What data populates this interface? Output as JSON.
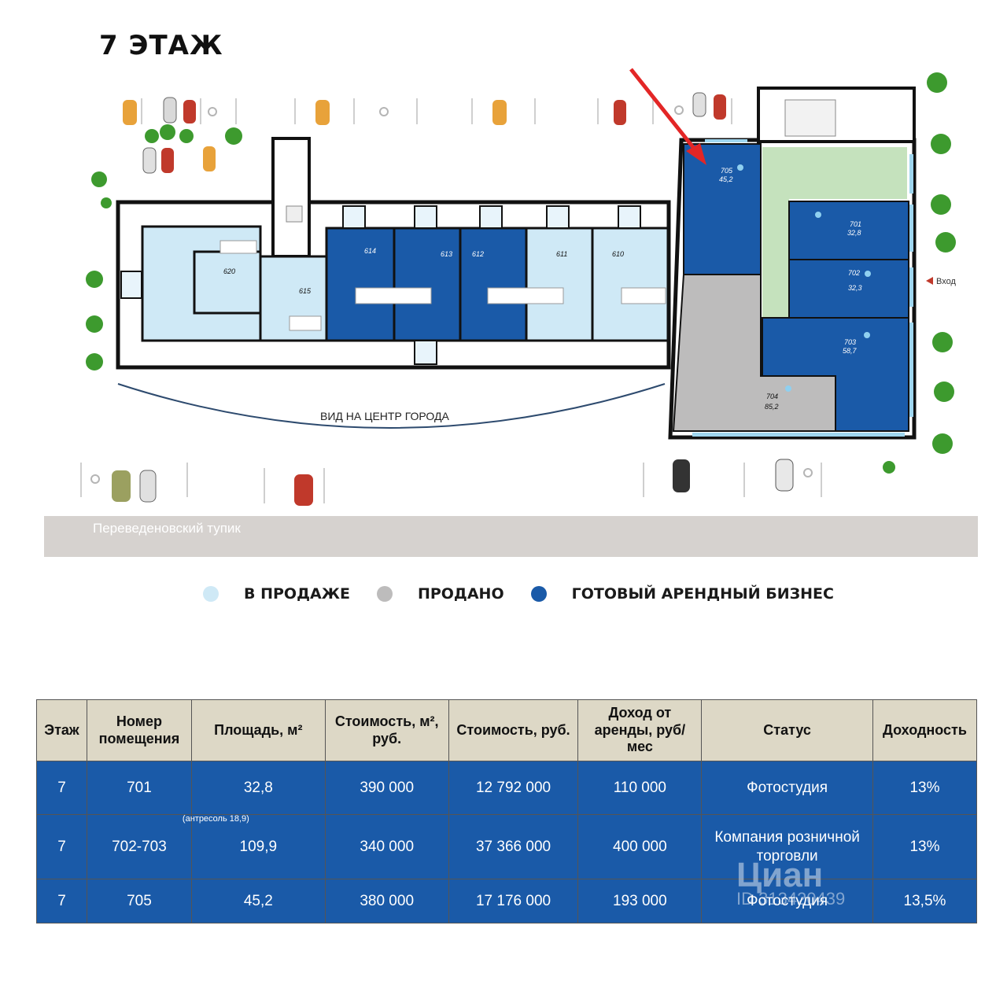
{
  "page_title": "7 ЭТАЖ",
  "plan": {
    "view_label": "ВИД НА ЦЕНТР ГОРОДА",
    "entrance_label": "Вход",
    "rooms": [
      {
        "number": "620"
      },
      {
        "number": "615"
      },
      {
        "number": "614"
      },
      {
        "number": "613"
      },
      {
        "number": "612"
      },
      {
        "number": "611"
      },
      {
        "number": "610"
      },
      {
        "number": "705",
        "area": "45,2"
      },
      {
        "number": "701",
        "area": "32,8"
      },
      {
        "number": "702",
        "area": "32,3"
      },
      {
        "number": "703",
        "area": "58,7"
      },
      {
        "number": "704",
        "area": "85,2"
      }
    ]
  },
  "street": {
    "name": "Переведеновский тупик"
  },
  "legend": [
    {
      "label": "В ПРОДАЖЕ",
      "color": "#cfe9f6"
    },
    {
      "label": "ПРОДАНО",
      "color": "#bdbcbc"
    },
    {
      "label": "ГОТОВЫЙ АРЕНДНЫЙ БИЗНЕС",
      "color": "#1a5aa8"
    }
  ],
  "colors": {
    "for_sale": "#cfe9f6",
    "sold": "#bdbcbc",
    "rental_business": "#1a5aa8",
    "common": "#c5e2bd",
    "arrow": "#e32626"
  },
  "table": {
    "headers": [
      "Этаж",
      "Номер помещения",
      "Площадь, м²",
      "Стоимость, м², руб.",
      "Стоимость, руб.",
      "Доход от аренды, руб/мес",
      "Статус",
      "Доходность"
    ],
    "rows": [
      {
        "floor": "7",
        "room": "701",
        "area": "32,8",
        "area_note": "",
        "price_m2": "390 000",
        "price": "12 792 000",
        "income": "110 000",
        "status": "Фотостудия",
        "yield": "13%"
      },
      {
        "floor": "7",
        "room": "702-703",
        "area": "109,9",
        "area_note": "(антресоль 18,9)",
        "price_m2": "340 000",
        "price": "37 366 000",
        "income": "400 000",
        "status": "Компания розничной торговли",
        "yield": "13%"
      },
      {
        "floor": "7",
        "room": "705",
        "area": "45,2",
        "area_note": "",
        "price_m2": "380 000",
        "price": "17 176 000",
        "income": "193 000",
        "status": "Фотостудия",
        "yield": "13,5%"
      }
    ]
  },
  "watermark": {
    "brand": "Циан",
    "id": "ID 313420439"
  }
}
